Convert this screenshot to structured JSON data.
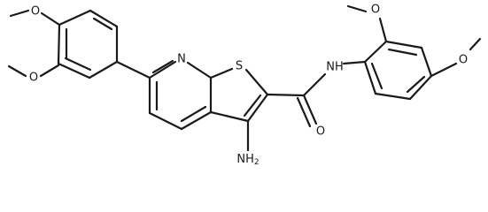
{
  "molecule": {
    "atoms": {
      "o_top_left": "O",
      "o_mid_left": "O",
      "n_pyridine": "N",
      "s_thiophene": "S",
      "n_amide": "NH",
      "o_top_right": "O",
      "o_right": "O",
      "o_carbonyl": "O",
      "n_amino_main": "NH",
      "n_amino_sub": "2"
    }
  }
}
